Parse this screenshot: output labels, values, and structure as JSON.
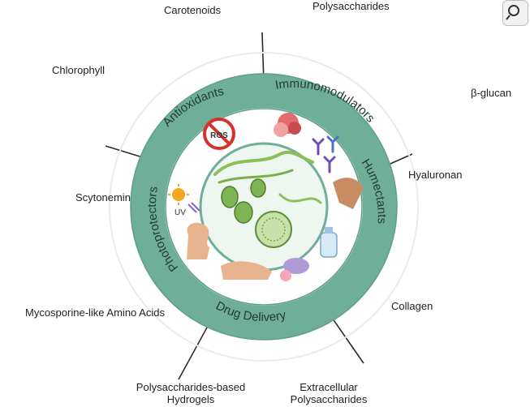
{
  "ring": {
    "sectors": [
      "Antioxidants",
      "Immunomodulators",
      "Humectants",
      "Drug Delivery",
      "Photoprotectors"
    ],
    "ros_badge": "ROS",
    "uv_badge": "UV"
  },
  "compounds": {
    "carotenoids": "Carotenoids",
    "polysaccharides": "Polysaccharides",
    "chlorophyll": "Chlorophyll",
    "beta_glucan": "β-glucan",
    "scytonemin": "Scytonemin",
    "hyaluronan": "Hyaluronan",
    "mycosporine": "Mycosporine-like Amino Acids",
    "collagen": "Collagen",
    "hydrogels_line1": "Polysaccharides-based",
    "hydrogels_line2": "Hydrogels",
    "extracellular_line1": "Extracellular",
    "extracellular_line2": "Polysaccharides"
  },
  "colors": {
    "ring": "#6fae98",
    "ring_text": "#1f3b33",
    "algae": "#8bbf5a",
    "ros_red": "#d6312a"
  }
}
